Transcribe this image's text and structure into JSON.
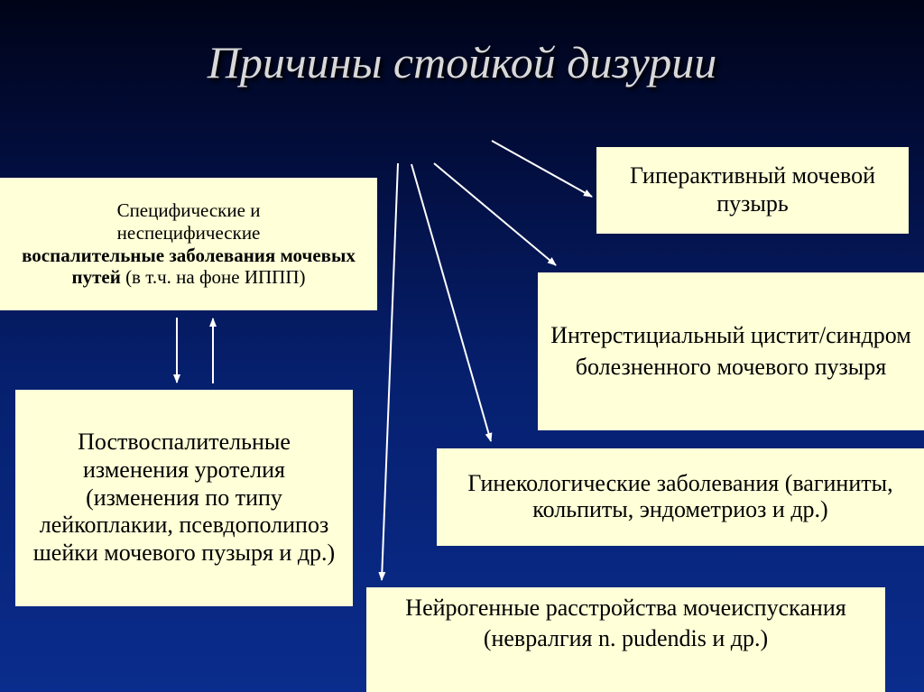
{
  "title": "Причины стойкой дизурии",
  "boxes": {
    "inflammatory": {
      "line1": "Специфические и",
      "line2": "неспецифические",
      "bold": "воспалительные заболевания мочевых путей",
      "rest": " (в т.ч. на фоне ИППП)"
    },
    "postinflammatory": "Поствоспалительные изменения уротелия (изменения по типу лейкоплакии, псевдополипоз шейки мочевого пузыря и др.)",
    "overactive": "Гиперактивный мочевой пузырь",
    "interstitial": "Интерстициальный цистит/синдром болезненного мочевого пузыря",
    "gynecological": "Гинекологические заболевания (вагиниты, кольпиты, эндометриоз и др.)",
    "neurogenic": "Нейрогенные расстройства мочеиспускания (невралгия n. pudendis и др.)"
  },
  "colors": {
    "box_fill": "#ffffd8",
    "title_text": "#d8d8d8",
    "arrow": "#ffffff"
  }
}
